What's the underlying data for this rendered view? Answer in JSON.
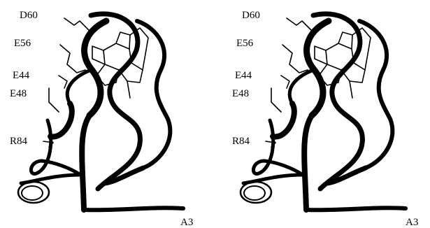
{
  "panels": [
    {
      "id": "left",
      "labels": {
        "d60": "D60",
        "e56": "E56",
        "e44": "E44",
        "e48": "E48",
        "r84": "R84",
        "a3": "A3"
      }
    },
    {
      "id": "right",
      "labels": {
        "d60": "D60",
        "e56": "E56",
        "e44": "E44",
        "e48": "E48",
        "r84": "R84",
        "a3": "A3"
      }
    }
  ]
}
